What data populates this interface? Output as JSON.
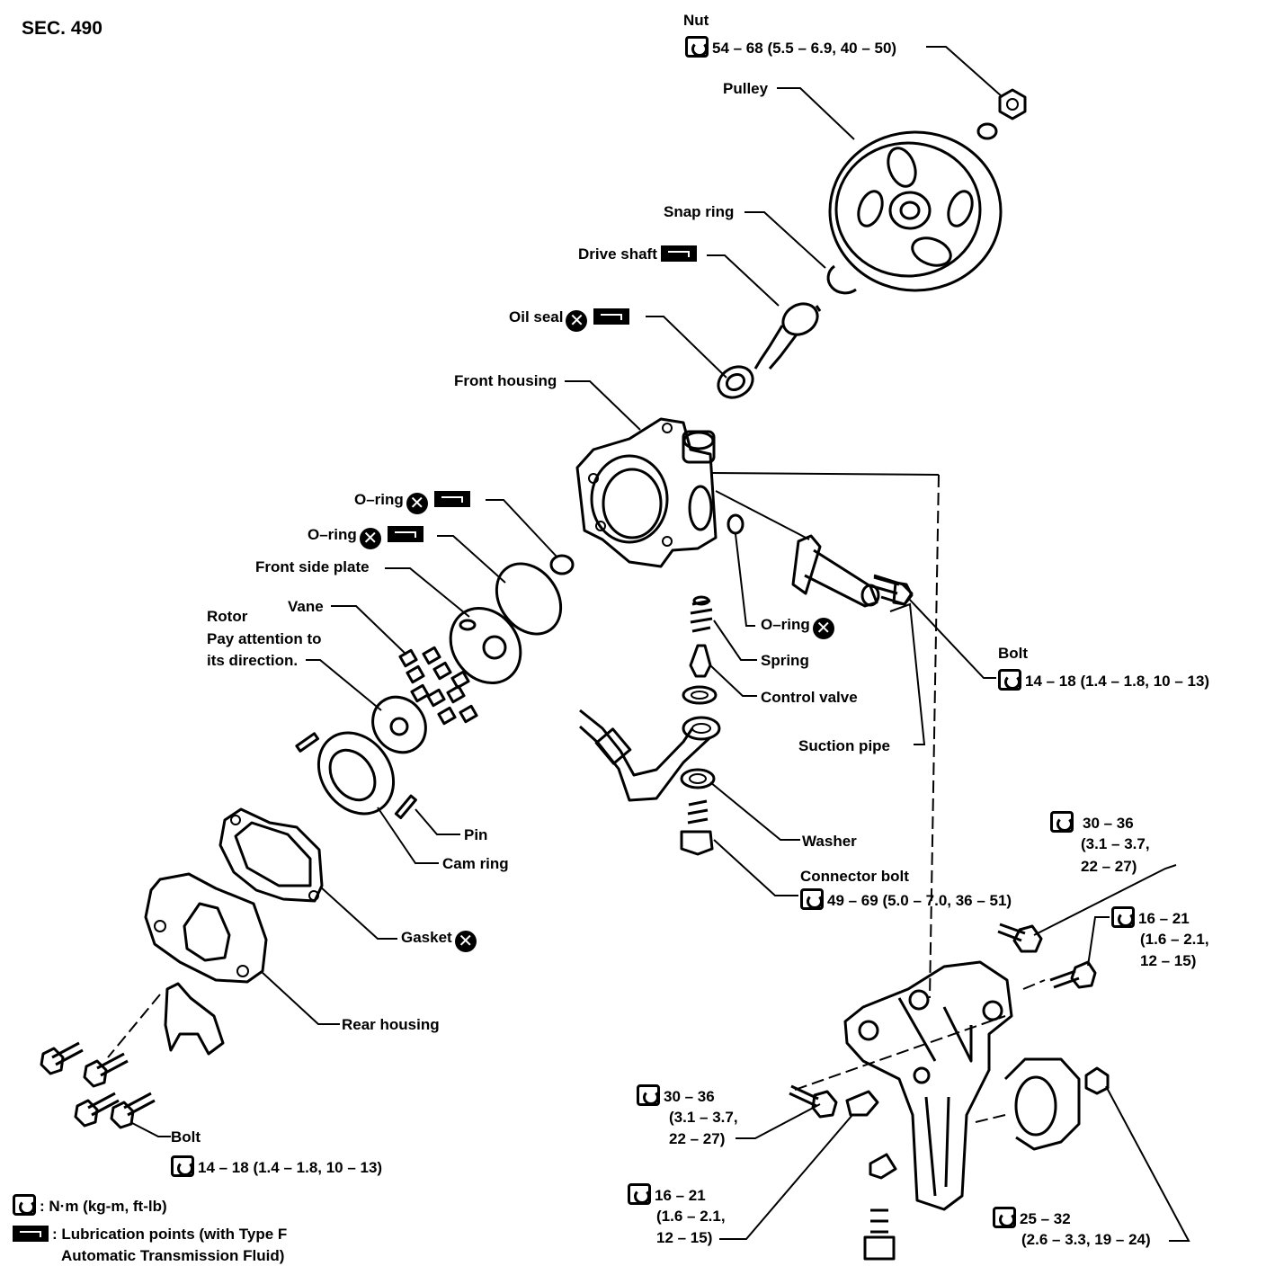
{
  "title": "SEC. 490",
  "labels": {
    "nut": "Nut",
    "nut_torque": "54 – 68 (5.5 – 6.9, 40 – 50)",
    "pulley": "Pulley",
    "snap_ring": "Snap ring",
    "drive_shaft": "Drive shaft",
    "oil_seal": "Oil seal",
    "front_housing": "Front housing",
    "o_ring_1": "O–ring",
    "o_ring_2": "O–ring",
    "o_ring_3": "O–ring",
    "front_side_plate": "Front side plate",
    "vane": "Vane",
    "rotor_1": "Rotor",
    "rotor_2": "Pay attention to",
    "rotor_3": "its direction.",
    "spring": "Spring",
    "control_valve": "Control valve",
    "bolt_top": "Bolt",
    "bolt_top_torque": "14 – 18 (1.4 – 1.8, 10 – 13)",
    "suction_pipe": "Suction pipe",
    "pin": "Pin",
    "cam_ring": "Cam ring",
    "washer": "Washer",
    "connector_bolt": "Connector bolt",
    "connector_bolt_torque": "49 – 69 (5.0 – 7.0, 36 – 51)",
    "gasket": "Gasket",
    "rear_housing": "Rear housing",
    "bolt_bottom": "Bolt",
    "bolt_bottom_torque": "14 – 18 (1.4 – 1.8, 10 – 13)",
    "br1_a": "30 – 36",
    "br1_b": "(3.1 – 3.7,",
    "br1_c": "22 – 27)",
    "br2_a": "16 – 21",
    "br2_b": "(1.6 – 2.1,",
    "br2_c": "12 – 15)",
    "br3_a": "30 – 36",
    "br3_b": "(3.1 – 3.7,",
    "br3_c": "22 – 27)",
    "br4_a": "16 – 21",
    "br4_b": "(1.6 – 2.1,",
    "br4_c": "12 – 15)",
    "br5_a": "25 – 32",
    "br5_b": "(2.6 – 3.3, 19 – 24)"
  },
  "legend": {
    "torque_unit": ": N·m (kg-m, ft-lb)",
    "lube_1": ": Lubrication points (with Type F",
    "lube_2": "Automatic Transmission Fluid)"
  },
  "icons": {
    "torque": "torque-wrench-icon",
    "lube": "lubrication-icon",
    "replace": "replace-part-icon"
  }
}
